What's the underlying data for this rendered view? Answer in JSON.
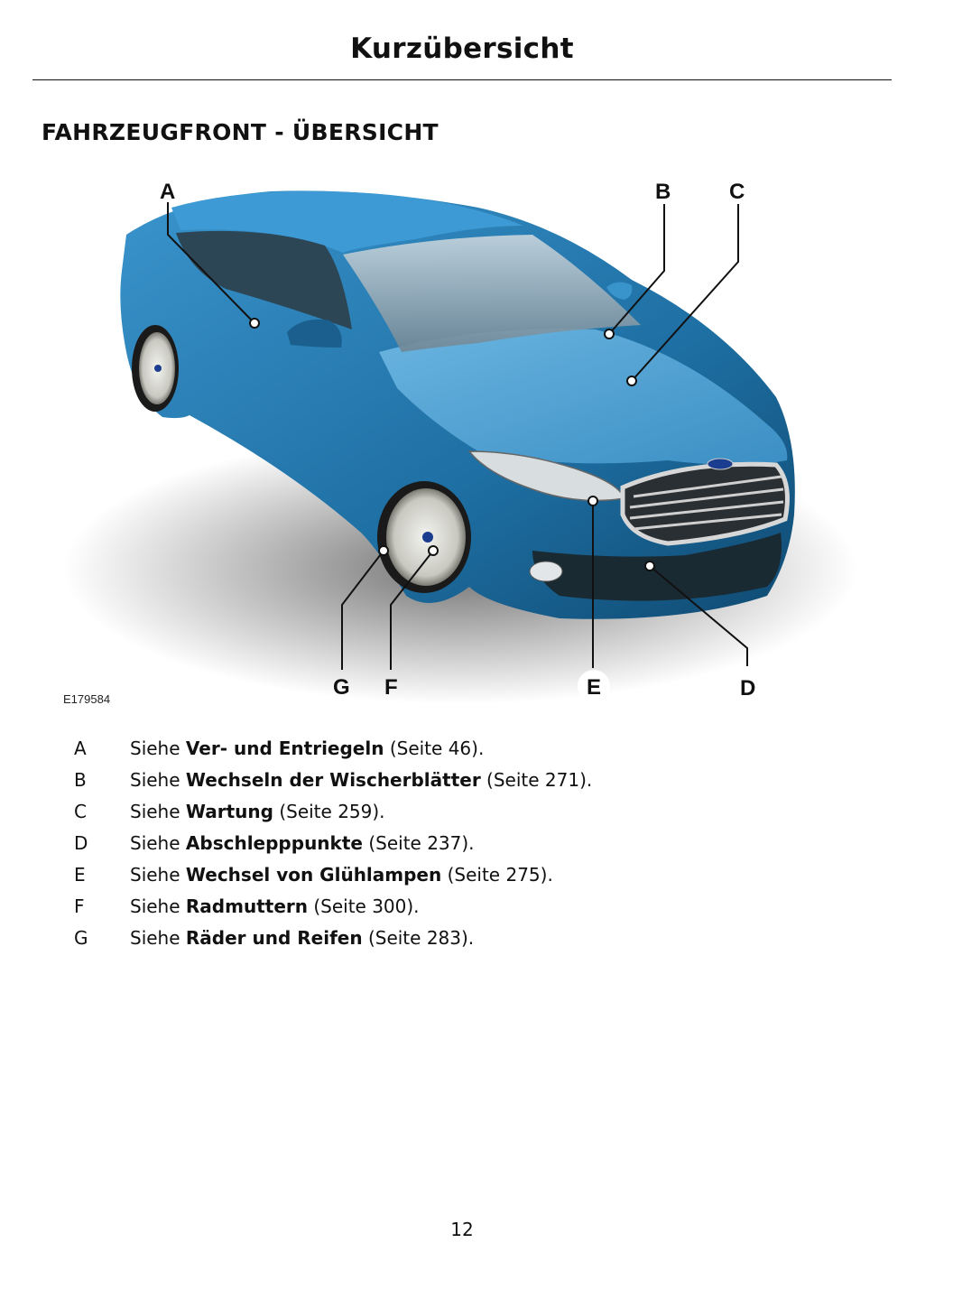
{
  "header": {
    "title": "Kurzübersicht"
  },
  "section": {
    "title": "FAHRZEUGFRONT - ÜBERSICHT"
  },
  "figure": {
    "id": "E179584",
    "callouts": [
      "A",
      "B",
      "C",
      "D",
      "E",
      "F",
      "G"
    ]
  },
  "legend": [
    {
      "key": "A",
      "prefix": "Siehe ",
      "term": "Ver- und Entriegeln",
      "ref": " (Seite 46)."
    },
    {
      "key": "B",
      "prefix": "Siehe ",
      "term": "Wechseln der Wischerblätter",
      "ref": " (Seite 271)."
    },
    {
      "key": "C",
      "prefix": "Siehe ",
      "term": "Wartung",
      "ref": " (Seite 259)."
    },
    {
      "key": "D",
      "prefix": "Siehe ",
      "term": "Abschlepppunkte",
      "ref": " (Seite 237)."
    },
    {
      "key": "E",
      "prefix": "Siehe ",
      "term": "Wechsel von Glühlampen",
      "ref": " (Seite 275)."
    },
    {
      "key": "F",
      "prefix": "Siehe ",
      "term": "Radmuttern",
      "ref": " (Seite 300)."
    },
    {
      "key": "G",
      "prefix": "Siehe ",
      "term": "Räder und Reifen",
      "ref": " (Seite 283)."
    }
  ],
  "footer": {
    "page_number": "12"
  },
  "colors": {
    "car_body": "#2a7fb8",
    "car_shadow": "#0f3f60",
    "hood_highlight": "#5aa8d8"
  }
}
